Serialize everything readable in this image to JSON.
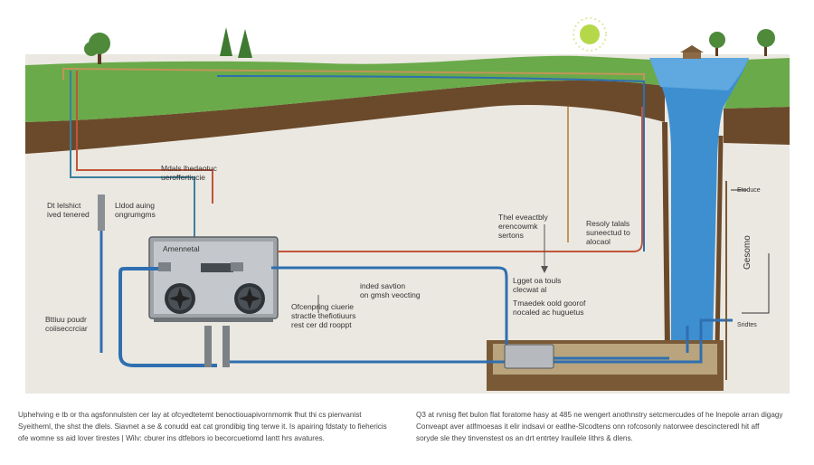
{
  "colors": {
    "sky": "#ffffff",
    "grass": "#6aaa4a",
    "soil_dark": "#6b4a2b",
    "ground": "#ebe8e1",
    "water": "#3d8fd0",
    "pipe_blue": "#2f6fb0",
    "pipe_red": "#c0553a",
    "pipe_tan": "#c2945a",
    "unit_body": "#9ea3a8",
    "sun": "#b5d84a"
  },
  "icons": {
    "sun": "sun-icon",
    "trees": "tree-icon",
    "fans": "fan-icon",
    "arrow": "arrow-down-icon"
  },
  "labels": {
    "top_center": [
      "Mdals lhedaotuc",
      "ueroffertiucie"
    ],
    "left_upper": [
      "Dt Ielshict",
      "ived tenered"
    ],
    "left_mid": [
      "Lldod auing",
      "ongrumgms"
    ],
    "left_lower": [
      "Bttiuu poudr",
      "coiiseccrciar"
    ],
    "unit_name": "Amennetal",
    "center_upper": [
      "inded savtion",
      "on gmsh veocting"
    ],
    "center_lower": [
      "Ofcenpring ciuerie",
      "stractle thefiotiuurs",
      "rest cer dd rooppt"
    ],
    "right_mid1": [
      "Thel eveactbly",
      "erencowmk",
      "sertons"
    ],
    "right_mid2": [
      "Resoly talals",
      "suneectud to",
      "alocaol"
    ],
    "right_lower1": [
      "Lgget oa touls",
      "clecwat al"
    ],
    "right_lower2": [
      "Tmaedek oold goorof",
      "nocaled ac huguetus"
    ],
    "far_right_small": "Etoduce",
    "far_right_vertical": "Gesomo",
    "far_right_bottom": "Sridtes"
  },
  "caption": {
    "left": [
      "Uphehving e tb or tha agsfonnulsten cer lay at ofcyedtetemt benoctiouapivornmomk fhut thi cs pienvanist",
      "Syeitheml, the shst the dlels. Siavnet a se & conudd eat cat grondibig ting terwe it. Is apairing fdstaty to fiehericis",
      "ofe womne ss aid lover tirestes | Wilv: cburer ins dtfebors io becorcuetiomd lantt hrs avatures."
    ],
    "right": [
      "Q3 at rvnisg flet bulon flat foratome hasy at 485 ne wengert anothnstry setcmercudes of he lnepole arran digagy",
      "Conveapt aver atlfmoesas it elir indsavi or eatlhe-Slcodtens onn rofcosonly natorwee descincteredl hit aff",
      "soryde sle they tinvenstest os an drt entrtey lraullele lithrs & dlens."
    ]
  }
}
